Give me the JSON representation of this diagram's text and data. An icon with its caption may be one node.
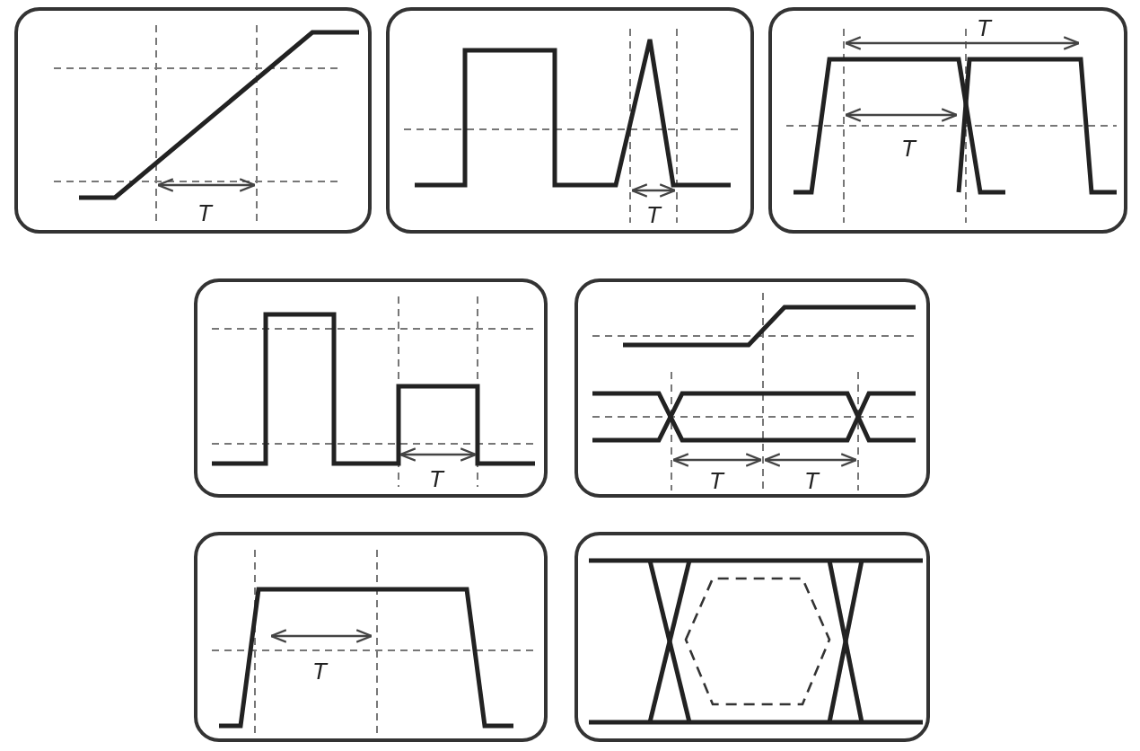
{
  "diagram": {
    "nodes": [
      {
        "text": [
          "T"
        ]
      },
      {
        "text": [
          "T"
        ]
      },
      {
        "text": [
          "T",
          "T"
        ]
      },
      {
        "text": [
          "T"
        ]
      },
      {
        "text": [
          "T",
          "T"
        ]
      },
      {
        "text": [
          "T"
        ]
      },
      {
        "text": [],
        "shape": "box"
      }
    ]
  }
}
